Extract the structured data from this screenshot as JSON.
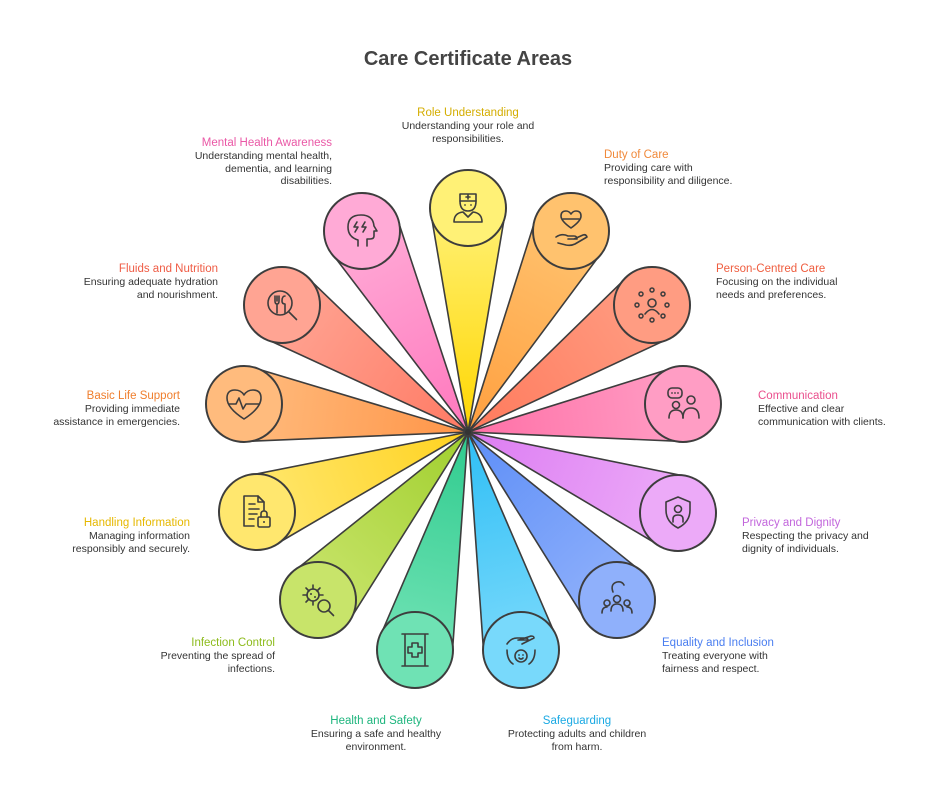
{
  "title": "Care Certificate Areas",
  "colors": {
    "stroke": "#3d3d3d",
    "hub": "#333333"
  },
  "areas": [
    {
      "title": "Role Understanding",
      "desc": "Understanding your role and responsibilities.",
      "icon": "nurse-icon",
      "color": "#ffd600",
      "light": "#fff176",
      "text_color": "#d4ad00"
    },
    {
      "title": "Duty of Care",
      "desc": "Providing care with responsibility and diligence.",
      "icon": "heart-hand-icon",
      "color": "#ff9f3f",
      "light": "#ffc26e",
      "text_color": "#f0893a"
    },
    {
      "title": "Person-Centred Care",
      "desc": "Focusing on the individual needs and preferences.",
      "icon": "person-focus-icon",
      "color": "#ff7a5c",
      "light": "#ff9c82",
      "text_color": "#ef5d3f"
    },
    {
      "title": "Communication",
      "desc": "Effective and clear communication with clients.",
      "icon": "chat-people-icon",
      "color": "#ff6fa6",
      "light": "#ff9dc4",
      "text_color": "#ea4f8d"
    },
    {
      "title": "Privacy and Dignity",
      "desc": "Respecting the privacy and dignity of individuals.",
      "icon": "shield-person-icon",
      "color": "#dc7cf2",
      "light": "#ecaaf8",
      "text_color": "#c266dc"
    },
    {
      "title": "Equality and Inclusion",
      "desc": "Treating everyone with fairness and respect.",
      "icon": "group-people-icon",
      "color": "#5d8ef7",
      "light": "#8fb0fb",
      "text_color": "#4a7ef0"
    },
    {
      "title": "Safeguarding",
      "desc": "Protecting adults and children from harm.",
      "icon": "protect-child-icon",
      "color": "#2ebef5",
      "light": "#78d9fb",
      "text_color": "#1aa9e3"
    },
    {
      "title": "Health and Safety",
      "desc": "Ensuring a safe and healthy environment.",
      "icon": "first-aid-icon",
      "color": "#2fcb8e",
      "light": "#6fe2b4",
      "text_color": "#1db57d"
    },
    {
      "title": "Infection Control",
      "desc": "Preventing the spread of infections.",
      "icon": "virus-search-icon",
      "color": "#a0cf2e",
      "light": "#c8e46a",
      "text_color": "#8dbb1c"
    },
    {
      "title": "Handling Information",
      "desc": "Managing information responsibly and securely.",
      "icon": "document-lock-icon",
      "color": "#ffd21f",
      "light": "#ffe76e",
      "text_color": "#e6b800"
    },
    {
      "title": "Basic Life Support",
      "desc": "Providing immediate assistance in emergencies.",
      "icon": "heartbeat-icon",
      "color": "#ff9447",
      "light": "#ffbb7d",
      "text_color": "#ef7e2d"
    },
    {
      "title": "Fluids and Nutrition",
      "desc": "Ensuring adequate hydration and nourishment.",
      "icon": "nutrition-search-icon",
      "color": "#ff7a64",
      "light": "#ffa493",
      "text_color": "#ef5c45"
    },
    {
      "title": "Mental Health Awareness",
      "desc": "Understanding mental health, dementia, and learning disabilities.",
      "icon": "brain-head-icon",
      "color": "#ff77bd",
      "light": "#ffaad6",
      "text_color": "#ea58a6"
    }
  ]
}
